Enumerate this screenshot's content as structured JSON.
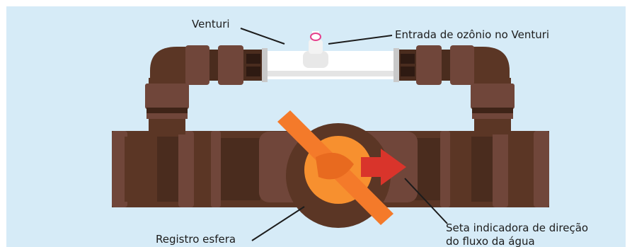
{
  "labels": {
    "venturi": "Venturi",
    "ozone_inlet": "Entrada de ozônio no Venturi",
    "ball_valve": "Registro esfera",
    "arrow_line1": "Seta indicadora de direção",
    "arrow_line2": "do fluxo da água"
  },
  "colors": {
    "background": "#d6ebf7",
    "pipe_dark": "#4a2c1e",
    "pipe_mid": "#5b3625",
    "pipe_light": "#70463a",
    "venturi_tube": "#ffffff",
    "valve_handle": "#f47a2a",
    "valve_disc": "#f7902f",
    "flow_arrow": "#d9342b",
    "ozone_cap": "#e53f8c"
  }
}
